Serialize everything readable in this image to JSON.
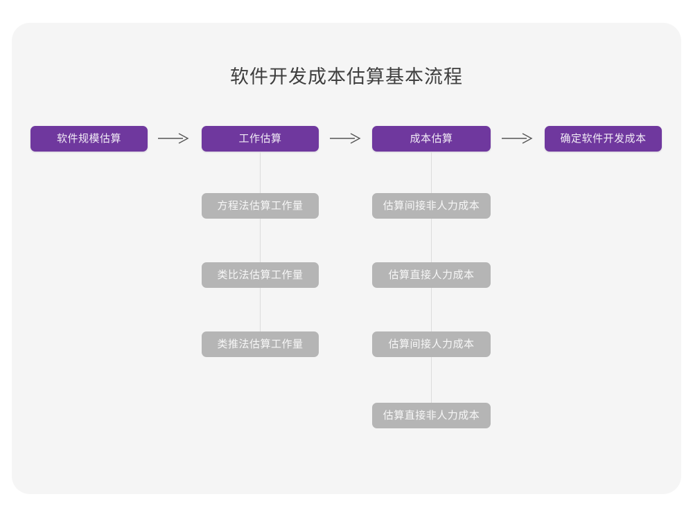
{
  "page": {
    "background_color": "#ffffff",
    "card_color": "#f5f5f5"
  },
  "diagram": {
    "title": "软件开发成本估算基本流程",
    "title_color": "#3e3e3e",
    "primary_color": "#6f389e",
    "secondary_color": "#b5b5b5",
    "connector_color": "#dcdcdc",
    "arrow_color": "#555555",
    "type": "flowchart",
    "main_flow": [
      {
        "id": "step1",
        "label": "软件规模估算"
      },
      {
        "id": "step2",
        "label": "工作估算"
      },
      {
        "id": "step3",
        "label": "成本估算"
      },
      {
        "id": "step4",
        "label": "确定软件开发成本"
      }
    ],
    "arrows": [
      {
        "id": "arrow1",
        "from": "step1",
        "to": "step2",
        "glyph": "→"
      },
      {
        "id": "arrow2",
        "from": "step2",
        "to": "step3",
        "glyph": "→"
      },
      {
        "id": "arrow3",
        "from": "step3",
        "to": "step4",
        "glyph": "→"
      }
    ],
    "branches": [
      {
        "parent": "step2",
        "items": [
          {
            "label": "方程法估算工作量"
          },
          {
            "label": "类比法估算工作量"
          },
          {
            "label": "类推法估算工作量"
          }
        ]
      },
      {
        "parent": "step3",
        "items": [
          {
            "label": "估算间接非人力成本"
          },
          {
            "label": "估算直接人力成本"
          },
          {
            "label": "估算间接人力成本"
          },
          {
            "label": "估算直接非人力成本"
          }
        ]
      }
    ]
  }
}
